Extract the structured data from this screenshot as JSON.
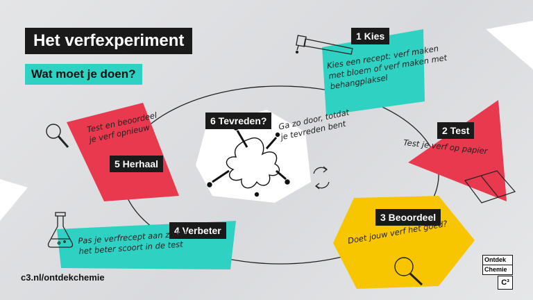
{
  "title": "Het verfexperiment",
  "subtitle": "Wat moet je doen?",
  "steps": {
    "kies": {
      "label": "1 Kies",
      "text": [
        "Kies een recept: verf maken",
        "met bloem of verf maken met",
        "behangplaksel"
      ]
    },
    "test": {
      "label": "2 Test",
      "text": [
        "Test je verf op papier"
      ]
    },
    "beoordeel": {
      "label": "3 Beoordeel",
      "text": [
        "Doet jouw verf het goed?"
      ]
    },
    "verbeter": {
      "label": "4 Verbeter",
      "text": [
        "Pas je verfrecept aan zodat",
        "het beter scoort in de test"
      ]
    },
    "herhaal": {
      "label": "5 Herhaal",
      "text": [
        "Test en beoordeel",
        "je verf opnieuw"
      ]
    },
    "tevreden": {
      "label": "6 Tevreden?",
      "text": [
        "Ga zo door, totdat",
        "je tevreden bent"
      ]
    }
  },
  "footer": {
    "url": "c3.nl/ontdekchemie"
  },
  "logo": {
    "line1": "Ontdek",
    "line2": "Chemie",
    "mark": "C³"
  },
  "colors": {
    "teal": "#2fd2c2",
    "red": "#e8394f",
    "yellow": "#f7c600",
    "black": "#1a1a1a",
    "white": "#ffffff"
  }
}
